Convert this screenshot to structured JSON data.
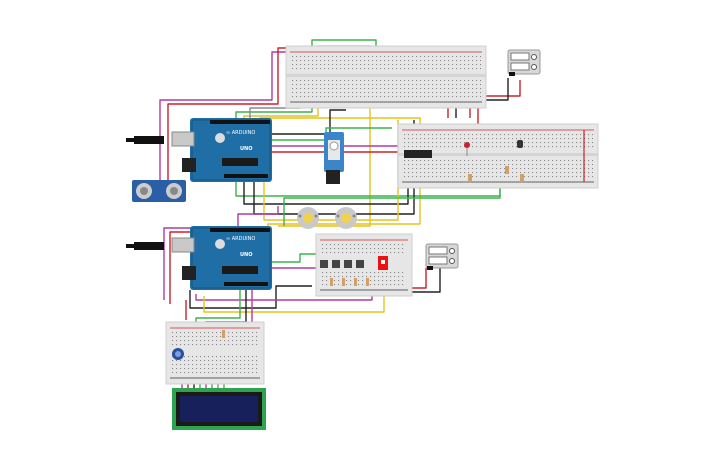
{
  "app": {
    "title": ""
  },
  "components": {
    "arduinos": [
      {
        "id": "arduino-uno-top"
      },
      {
        "id": "arduino-uno-bottom"
      }
    ],
    "breadboards": [
      {
        "id": "breadboard-top"
      },
      {
        "id": "breadboard-right"
      },
      {
        "id": "breadboard-mid"
      },
      {
        "id": "breadboard-bottom-left"
      }
    ],
    "power_supplies": [
      {
        "id": "power-supply-top",
        "readout": ""
      },
      {
        "id": "power-supply-mid",
        "readout": ""
      }
    ],
    "lcd": {
      "id": "lcd-16x2",
      "line1": "",
      "line2": ""
    },
    "ultrasonic_sensor": {
      "id": "hc-sr04"
    },
    "servo": {
      "id": "micro-servo"
    },
    "dc_motors": [
      {
        "id": "dc-motor-left"
      },
      {
        "id": "dc-motor-right"
      }
    ],
    "potentiometer": {
      "id": "potentiometer"
    }
  },
  "colors": {
    "arduino": "#1f6fa6",
    "arduino_dark": "#17547f",
    "breadboard": "#e6e6e6",
    "breadboard_hole": "#7a7a7a",
    "rail_red": "#cc2a2a",
    "rail_black": "#333333",
    "wire_red": "#c8232c",
    "wire_black": "#222222",
    "wire_green": "#3bb34a",
    "wire_yellow": "#e5c31b",
    "wire_magenta": "#b23ba0",
    "wire_gray": "#8a8a8a",
    "lcd_green": "#2ea44f",
    "lcd_screen": "#17205a",
    "motor": "#c9c9c9",
    "motor_center": "#f2d24a",
    "servo": "#3a86c8"
  }
}
